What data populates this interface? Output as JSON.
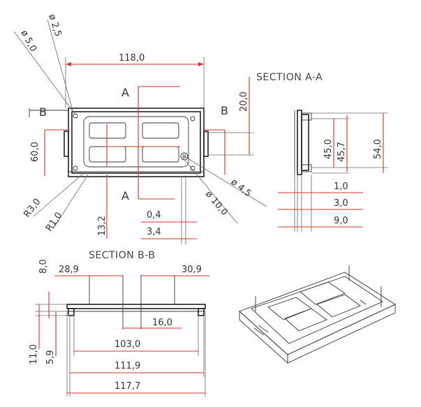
{
  "dims": {
    "phi5": "ø 5,0",
    "phi25": "ø 2,5",
    "w118": "118,0",
    "h20": "20,0",
    "h60": "60,0",
    "r30": "R3,0",
    "r10": "R1,0",
    "d132": "13,2",
    "d04": "0,4",
    "d34": "3,4",
    "phi45": "ø 4,5",
    "phi10": "ø 10,0",
    "a450": "45,0",
    "a457": "45,7",
    "a540": "54,0",
    "a10": "1,0",
    "a30": "3,0",
    "a90": "9,0",
    "b80": "8,0",
    "b289": "28,9",
    "b309": "30,9",
    "b160": "16,0",
    "b1030": "103,0",
    "b110": "11,0",
    "b59": "5,9",
    "b1119": "111,9",
    "b1177": "117,7"
  },
  "labels": {
    "A": "A",
    "B": "B",
    "sectionAA": "SECTION A-A",
    "sectionBB": "SECTION B-B"
  },
  "colors": {
    "dimension": "#d9322a",
    "outline": "#222222"
  }
}
